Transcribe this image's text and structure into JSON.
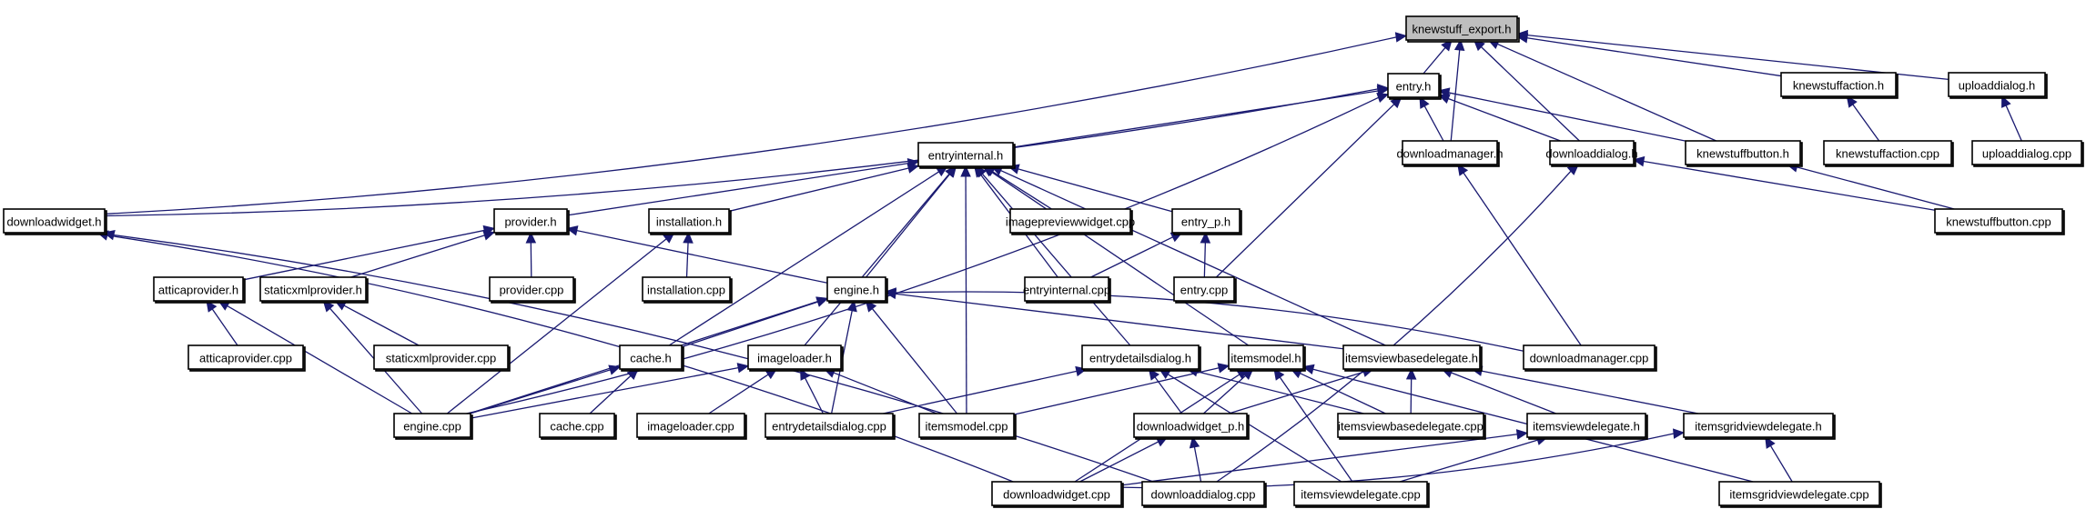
{
  "title": "knewstuff_export.h include dependency graph",
  "colors": {
    "edge": "#191970",
    "node_border": "#000000",
    "node_fill": "#ffffff",
    "root_fill": "#bfbfbf"
  },
  "nodes": [
    {
      "id": "knewstuff_export_h",
      "label": "knewstuff_export.h",
      "root": true
    },
    {
      "id": "entry_h",
      "label": "entry.h"
    },
    {
      "id": "knewstuffaction_h",
      "label": "knewstuffaction.h"
    },
    {
      "id": "uploaddialog_h",
      "label": "uploaddialog.h"
    },
    {
      "id": "entryinternal_h",
      "label": "entryinternal.h"
    },
    {
      "id": "downloadmanager_h",
      "label": "downloadmanager.h"
    },
    {
      "id": "downloaddialog_h",
      "label": "downloaddialog.h"
    },
    {
      "id": "knewstuffbutton_h",
      "label": "knewstuffbutton.h"
    },
    {
      "id": "knewstuffaction_cpp",
      "label": "knewstuffaction.cpp"
    },
    {
      "id": "uploaddialog_cpp",
      "label": "uploaddialog.cpp"
    },
    {
      "id": "downloadwidget_h",
      "label": "downloadwidget.h"
    },
    {
      "id": "provider_h",
      "label": "provider.h"
    },
    {
      "id": "installation_h",
      "label": "installation.h"
    },
    {
      "id": "imagepreviewwidget_cpp",
      "label": "imagepreviewwidget.cpp"
    },
    {
      "id": "entry_p_h",
      "label": "entry_p.h"
    },
    {
      "id": "knewstuffbutton_cpp",
      "label": "knewstuffbutton.cpp"
    },
    {
      "id": "atticaprovider_h",
      "label": "atticaprovider.h"
    },
    {
      "id": "staticxmlprovider_h",
      "label": "staticxmlprovider.h"
    },
    {
      "id": "provider_cpp",
      "label": "provider.cpp"
    },
    {
      "id": "installation_cpp",
      "label": "installation.cpp"
    },
    {
      "id": "engine_h",
      "label": "engine.h"
    },
    {
      "id": "entryinternal_cpp",
      "label": "entryinternal.cpp"
    },
    {
      "id": "entry_cpp",
      "label": "entry.cpp"
    },
    {
      "id": "atticaprovider_cpp",
      "label": "atticaprovider.cpp"
    },
    {
      "id": "staticxmlprovider_cpp",
      "label": "staticxmlprovider.cpp"
    },
    {
      "id": "cache_h",
      "label": "cache.h"
    },
    {
      "id": "imageloader_h",
      "label": "imageloader.h"
    },
    {
      "id": "entrydetailsdialog_h",
      "label": "entrydetailsdialog.h"
    },
    {
      "id": "itemsmodel_h",
      "label": "itemsmodel.h"
    },
    {
      "id": "itemsviewbasedelegate_h",
      "label": "itemsviewbasedelegate.h"
    },
    {
      "id": "downloadmanager_cpp",
      "label": "downloadmanager.cpp"
    },
    {
      "id": "engine_cpp",
      "label": "engine.cpp"
    },
    {
      "id": "cache_cpp",
      "label": "cache.cpp"
    },
    {
      "id": "imageloader_cpp",
      "label": "imageloader.cpp"
    },
    {
      "id": "entrydetailsdialog_cpp",
      "label": "entrydetailsdialog.cpp"
    },
    {
      "id": "itemsmodel_cpp",
      "label": "itemsmodel.cpp"
    },
    {
      "id": "downloadwidget_p_h",
      "label": "downloadwidget_p.h"
    },
    {
      "id": "itemsviewbasedelegate_cpp",
      "label": "itemsviewbasedelegate.cpp"
    },
    {
      "id": "itemsviewdelegate_h",
      "label": "itemsviewdelegate.h"
    },
    {
      "id": "itemsgridviewdelegate_h",
      "label": "itemsgridviewdelegate.h"
    },
    {
      "id": "downloadwidget_cpp",
      "label": "downloadwidget.cpp"
    },
    {
      "id": "downloaddialog_cpp",
      "label": "downloaddialog.cpp"
    },
    {
      "id": "itemsviewdelegate_cpp",
      "label": "itemsviewdelegate.cpp"
    },
    {
      "id": "itemsgridviewdelegate_cpp",
      "label": "itemsgridviewdelegate.cpp"
    }
  ],
  "edges": [
    {
      "from": "entry_h",
      "to": "knewstuff_export_h"
    },
    {
      "from": "downloadwidget_h",
      "to": "knewstuff_export_h"
    },
    {
      "from": "downloadmanager_h",
      "to": "knewstuff_export_h"
    },
    {
      "from": "downloaddialog_h",
      "to": "knewstuff_export_h"
    },
    {
      "from": "knewstuffbutton_h",
      "to": "knewstuff_export_h"
    },
    {
      "from": "knewstuffaction_h",
      "to": "knewstuff_export_h"
    },
    {
      "from": "uploaddialog_h",
      "to": "knewstuff_export_h"
    },
    {
      "from": "knewstuffaction_cpp",
      "to": "knewstuffaction_h"
    },
    {
      "from": "uploaddialog_cpp",
      "to": "uploaddialog_h"
    },
    {
      "from": "entryinternal_h",
      "to": "entry_h"
    },
    {
      "from": "downloadwidget_h",
      "to": "entry_h"
    },
    {
      "from": "engine_cpp",
      "to": "entry_h"
    },
    {
      "from": "downloadmanager_h",
      "to": "entry_h"
    },
    {
      "from": "downloaddialog_h",
      "to": "entry_h"
    },
    {
      "from": "knewstuffbutton_h",
      "to": "entry_h"
    },
    {
      "from": "entry_cpp",
      "to": "entry_h"
    },
    {
      "from": "knewstuffbutton_cpp",
      "to": "knewstuffbutton_h"
    },
    {
      "from": "knewstuffbutton_cpp",
      "to": "downloaddialog_h"
    },
    {
      "from": "downloaddialog_cpp",
      "to": "downloaddialog_h"
    },
    {
      "from": "downloadmanager_cpp",
      "to": "downloadmanager_h"
    },
    {
      "from": "provider_h",
      "to": "entryinternal_h"
    },
    {
      "from": "installation_h",
      "to": "entryinternal_h"
    },
    {
      "from": "imagepreviewwidget_cpp",
      "to": "entryinternal_h"
    },
    {
      "from": "entry_p_h",
      "to": "entryinternal_h"
    },
    {
      "from": "engine_h",
      "to": "entryinternal_h"
    },
    {
      "from": "cache_h",
      "to": "entryinternal_h"
    },
    {
      "from": "imageloader_h",
      "to": "entryinternal_h"
    },
    {
      "from": "itemsmodel_cpp",
      "to": "entryinternal_h"
    },
    {
      "from": "entryinternal_cpp",
      "to": "entryinternal_h"
    },
    {
      "from": "entrydetailsdialog_h",
      "to": "entryinternal_h"
    },
    {
      "from": "itemsmodel_h",
      "to": "entryinternal_h"
    },
    {
      "from": "itemsviewbasedelegate_h",
      "to": "entryinternal_h"
    },
    {
      "from": "downloadwidget_cpp",
      "to": "downloadwidget_h"
    },
    {
      "from": "downloaddialog_cpp",
      "to": "downloadwidget_h"
    },
    {
      "from": "atticaprovider_h",
      "to": "provider_h"
    },
    {
      "from": "staticxmlprovider_h",
      "to": "provider_h"
    },
    {
      "from": "provider_cpp",
      "to": "provider_h"
    },
    {
      "from": "engine_h",
      "to": "provider_h"
    },
    {
      "from": "installation_cpp",
      "to": "installation_h"
    },
    {
      "from": "engine_cpp",
      "to": "installation_h"
    },
    {
      "from": "entryinternal_cpp",
      "to": "entry_p_h"
    },
    {
      "from": "entry_cpp",
      "to": "entry_p_h"
    },
    {
      "from": "atticaprovider_cpp",
      "to": "atticaprovider_h"
    },
    {
      "from": "engine_cpp",
      "to": "atticaprovider_h"
    },
    {
      "from": "staticxmlprovider_cpp",
      "to": "staticxmlprovider_h"
    },
    {
      "from": "engine_cpp",
      "to": "staticxmlprovider_h"
    },
    {
      "from": "cache_h",
      "to": "engine_h"
    },
    {
      "from": "engine_cpp",
      "to": "engine_h"
    },
    {
      "from": "entrydetailsdialog_cpp",
      "to": "engine_h"
    },
    {
      "from": "itemsmodel_cpp",
      "to": "engine_h"
    },
    {
      "from": "itemsviewbasedelegate_h",
      "to": "engine_h"
    },
    {
      "from": "downloadmanager_cpp",
      "to": "engine_h"
    },
    {
      "from": "engine_cpp",
      "to": "cache_h"
    },
    {
      "from": "cache_cpp",
      "to": "cache_h"
    },
    {
      "from": "engine_cpp",
      "to": "imageloader_h"
    },
    {
      "from": "imageloader_cpp",
      "to": "imageloader_h"
    },
    {
      "from": "entrydetailsdialog_cpp",
      "to": "imageloader_h"
    },
    {
      "from": "itemsmodel_cpp",
      "to": "imageloader_h"
    },
    {
      "from": "entrydetailsdialog_cpp",
      "to": "entrydetailsdialog_h"
    },
    {
      "from": "downloadwidget_p_h",
      "to": "entrydetailsdialog_h"
    },
    {
      "from": "itemsviewbasedelegate_cpp",
      "to": "entrydetailsdialog_h"
    },
    {
      "from": "itemsviewdelegate_cpp",
      "to": "entrydetailsdialog_h"
    },
    {
      "from": "itemsmodel_cpp",
      "to": "itemsmodel_h"
    },
    {
      "from": "downloadwidget_p_h",
      "to": "itemsmodel_h"
    },
    {
      "from": "itemsviewbasedelegate_cpp",
      "to": "itemsmodel_h"
    },
    {
      "from": "downloadwidget_cpp",
      "to": "itemsmodel_h"
    },
    {
      "from": "itemsviewdelegate_cpp",
      "to": "itemsmodel_h"
    },
    {
      "from": "itemsgridviewdelegate_cpp",
      "to": "itemsmodel_h"
    },
    {
      "from": "downloadwidget_p_h",
      "to": "itemsviewbasedelegate_h"
    },
    {
      "from": "itemsviewbasedelegate_cpp",
      "to": "itemsviewbasedelegate_h"
    },
    {
      "from": "itemsviewdelegate_h",
      "to": "itemsviewbasedelegate_h"
    },
    {
      "from": "itemsgridviewdelegate_h",
      "to": "itemsviewbasedelegate_h"
    },
    {
      "from": "downloadwidget_cpp",
      "to": "downloadwidget_p_h"
    },
    {
      "from": "downloaddialog_cpp",
      "to": "downloadwidget_p_h"
    },
    {
      "from": "downloadwidget_cpp",
      "to": "itemsviewdelegate_h"
    },
    {
      "from": "itemsviewdelegate_cpp",
      "to": "itemsviewdelegate_h"
    },
    {
      "from": "downloadwidget_cpp",
      "to": "itemsgridviewdelegate_h"
    },
    {
      "from": "itemsgridviewdelegate_cpp",
      "to": "itemsgridviewdelegate_h"
    }
  ]
}
